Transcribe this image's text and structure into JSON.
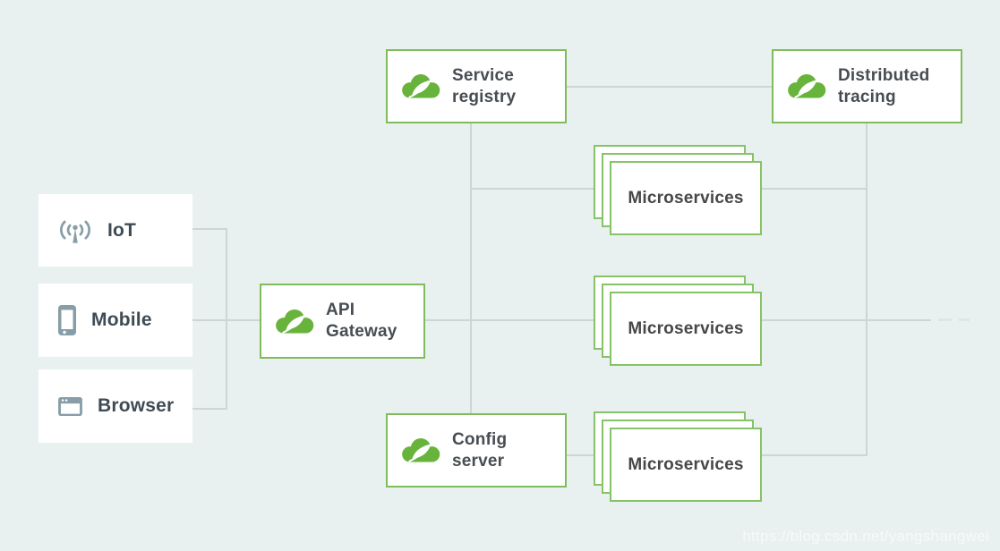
{
  "diagram_type": "spring-cloud-microservices-architecture",
  "colors": {
    "background": "#e9f1f0",
    "box_border_green": "#7ebc5c",
    "spring_logo_green": "#68b33c",
    "connector_line": "#ccd6d5",
    "client_icon_gray": "#879ea8",
    "label_text": "#474d52"
  },
  "icons": {
    "iot": "antenna-signal-icon",
    "mobile": "smartphone-icon",
    "browser": "browser-window-icon",
    "spring": "spring-cloud-leaf-icon"
  },
  "nodes": {
    "iot": {
      "label": "IoT"
    },
    "mobile": {
      "label": "Mobile"
    },
    "browser": {
      "label": "Browser"
    },
    "api_gateway": {
      "line1": "API",
      "line2": "Gateway"
    },
    "service_registry": {
      "line1": "Service",
      "line2": "registry"
    },
    "distributed_tracing": {
      "line1": "Distributed",
      "line2": "tracing"
    },
    "config_server": {
      "line1": "Config",
      "line2": "server"
    },
    "microservices_top": {
      "label": "Microservices"
    },
    "microservices_middle": {
      "label": "Microservices"
    },
    "microservices_bottom": {
      "label": "Microservices"
    }
  },
  "edges": [
    "iot - left-bus",
    "mobile - api_gateway",
    "browser - left-bus",
    "api_gateway - microservices_middle - continues-right (dashed)",
    "service_registry - distributed_tracing",
    "service_registry - config_server (vertical bus)",
    "registry-bus - microservices_top - tracing-bus",
    "config_server - microservices_bottom - tracing-bus"
  ],
  "watermark": "https://blog.csdn.net/yangshangwei"
}
